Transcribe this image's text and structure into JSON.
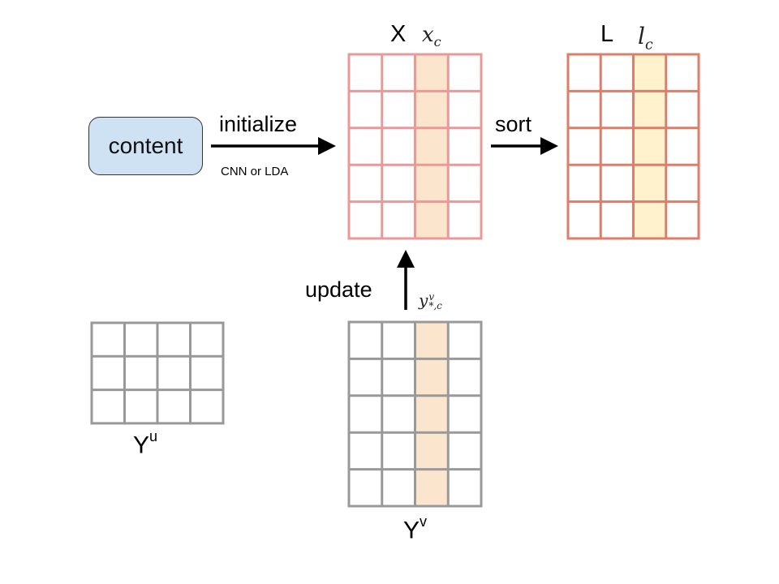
{
  "colors": {
    "content_fill": "#cfe2f3",
    "x_grid_stroke": "#ea9999",
    "l_grid_stroke": "#dd7e6b",
    "y_grid_stroke": "#999999",
    "highlight_peach": "#fce5cd",
    "highlight_yellow": "#fff2cc",
    "arrow": "#000000"
  },
  "content": {
    "label": "content"
  },
  "arrows": {
    "initialize": {
      "label": "initialize",
      "sublabel": "CNN or LDA"
    },
    "sort": {
      "label": "sort"
    },
    "update": {
      "label": "update"
    }
  },
  "matrices": {
    "X": {
      "label": "X",
      "column_label_base": "x",
      "column_label_sub": "c",
      "rows": 5,
      "cols": 4,
      "highlight_col": 2
    },
    "L": {
      "label": "L",
      "column_label_base": "l",
      "column_label_sub": "c",
      "rows": 5,
      "cols": 4,
      "highlight_col": 2
    },
    "Yu": {
      "label_base": "Y",
      "label_sup": "u",
      "rows": 3,
      "cols": 4,
      "highlight_col": null
    },
    "Yv": {
      "label_base": "Y",
      "label_sup": "v",
      "column_label_base": "y",
      "column_label_sup": "v",
      "column_label_sub": "*,c",
      "rows": 5,
      "cols": 4,
      "highlight_col": 2
    }
  }
}
